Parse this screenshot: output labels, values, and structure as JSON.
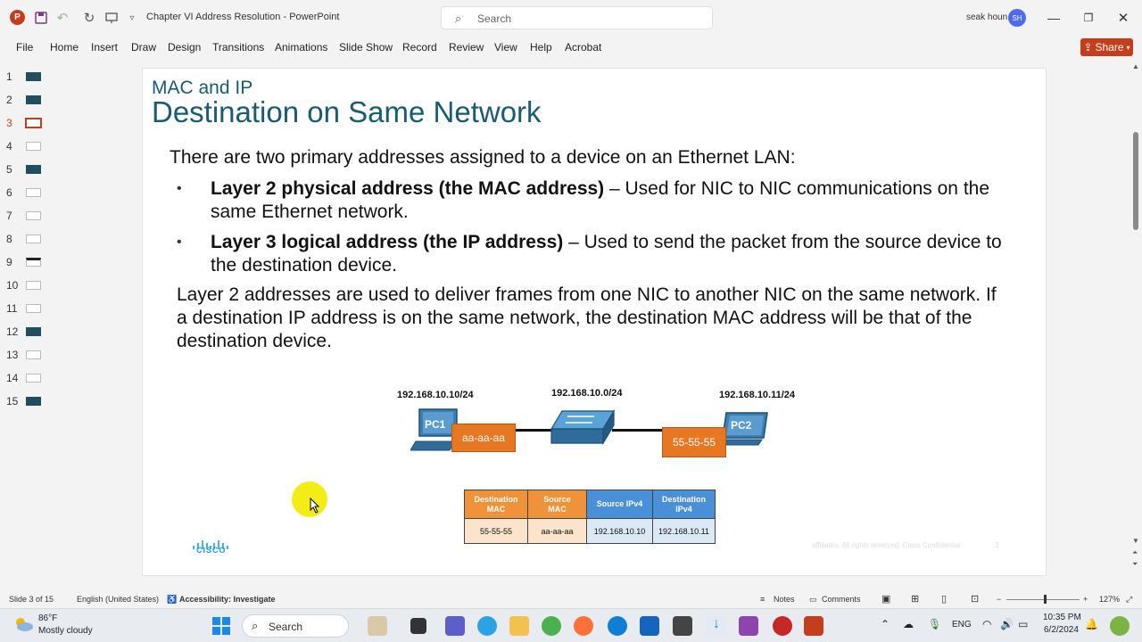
{
  "titlebar": {
    "doc_title": "Chapter VI  Address Resolution  -  PowerPoint",
    "search_placeholder": "Search",
    "user_name": "seak houn",
    "user_initials": "SH"
  },
  "ribbon": {
    "tabs": [
      "File",
      "Home",
      "Insert",
      "Draw",
      "Design",
      "Transitions",
      "Animations",
      "Slide Show",
      "Record",
      "Review",
      "View",
      "Help",
      "Acrobat"
    ],
    "share_label": "Share"
  },
  "thumbnails": {
    "numbers": [
      "1",
      "2",
      "3",
      "4",
      "5",
      "6",
      "7",
      "8",
      "9",
      "10",
      "11",
      "12",
      "13",
      "14",
      "15"
    ],
    "active": "3"
  },
  "slide": {
    "subtitle": "MAC and IP",
    "title": "Destination on Same Network",
    "intro": "There are two primary addresses assigned to a device on an Ethernet LAN:",
    "bullet1_bold": "Layer 2 physical address (the MAC address)",
    "bullet1_rest": " – Used for NIC to NIC communications on the same Ethernet network.",
    "bullet2_bold": "Layer 3 logical address (the IP address)",
    "bullet2_rest": " – Used to send the packet from the source device to the destination device.",
    "paragraph": "Layer 2 addresses are used to deliver frames from one NIC to another NIC on the same network. If a destination IP address is on the same network, the destination MAC address will be that of the destination device.",
    "diagram": {
      "pc1_ip": "192.168.10.10/24",
      "network_ip": "192.168.10.0/24",
      "pc2_ip": "192.168.10.11/24",
      "pc1_label": "PC1",
      "pc2_label": "PC2",
      "pc1_mac": "aa-aa-aa",
      "pc2_mac": "55-55-55"
    },
    "frame_table": {
      "headers": [
        [
          "Destination",
          "MAC"
        ],
        [
          "Source",
          "MAC"
        ],
        [
          "Source IPv4"
        ],
        [
          "Destination",
          "IPv4"
        ]
      ],
      "values": [
        "55-55-55",
        "aa-aa-aa",
        "192.168.10.10",
        "192.168.10.11"
      ]
    },
    "cisco_word": "CISCO",
    "footer_text": "affiliates. All rights reserved.    Cisco Confidential",
    "page_number": "3"
  },
  "statusbar": {
    "slide_info": "Slide 3 of 15",
    "language": "English (United States)",
    "accessibility": "Accessibility: Investigate",
    "notes": "Notes",
    "comments": "Comments",
    "zoom": "127%"
  },
  "taskbar": {
    "weather_temp": "86°F",
    "weather_desc": "Mostly cloudy",
    "search": "Search",
    "lang": "ENG",
    "time": "10:35 PM",
    "date": "6/2/2024"
  },
  "colors": {
    "accent": "#c43e1c",
    "slide_title": "#1a5a73",
    "orange": "#e87722",
    "blue_header": "#4a90d9"
  }
}
